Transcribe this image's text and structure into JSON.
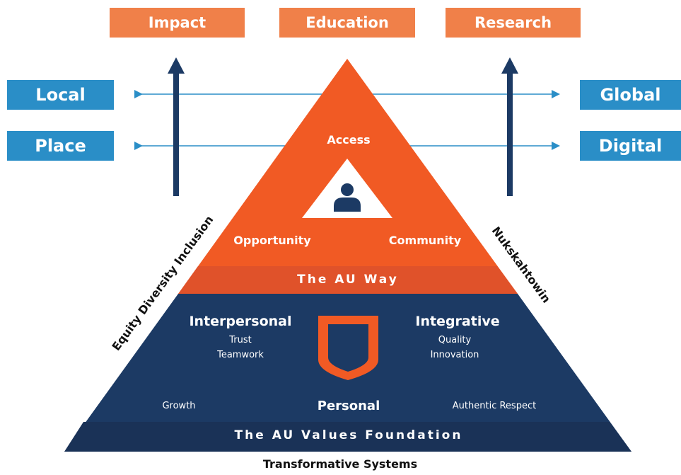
{
  "top_boxes": {
    "impact": "Impact",
    "education": "Education",
    "research": "Research"
  },
  "side_boxes": {
    "local": "Local",
    "place": "Place",
    "global": "Global",
    "digital": "Digital"
  },
  "apex": {
    "top": "Access",
    "left": "Opportunity",
    "right": "Community",
    "band": "The AU Way",
    "icon": "person-icon"
  },
  "base": {
    "left_heading": "Interpersonal",
    "left_items": [
      "Trust",
      "Teamwork"
    ],
    "right_heading": "Integrative",
    "right_items": [
      "Quality",
      "Innovation"
    ],
    "center": "Personal",
    "bottom_left": "Growth",
    "bottom_right": "Authentic Respect",
    "band": "The AU Values Foundation",
    "icon": "shield-icon"
  },
  "side_labels": {
    "left": "Equity Diversity Inclusion",
    "right": "Nukskahtowin"
  },
  "footer": "Transformative Systems",
  "colors": {
    "orange": "#F15A24",
    "orange_band": "#E0522A",
    "light_orange": "#F08049",
    "navy": "#1C3A64",
    "navy_band": "#1A3257",
    "blue": "#2A8EC7"
  }
}
